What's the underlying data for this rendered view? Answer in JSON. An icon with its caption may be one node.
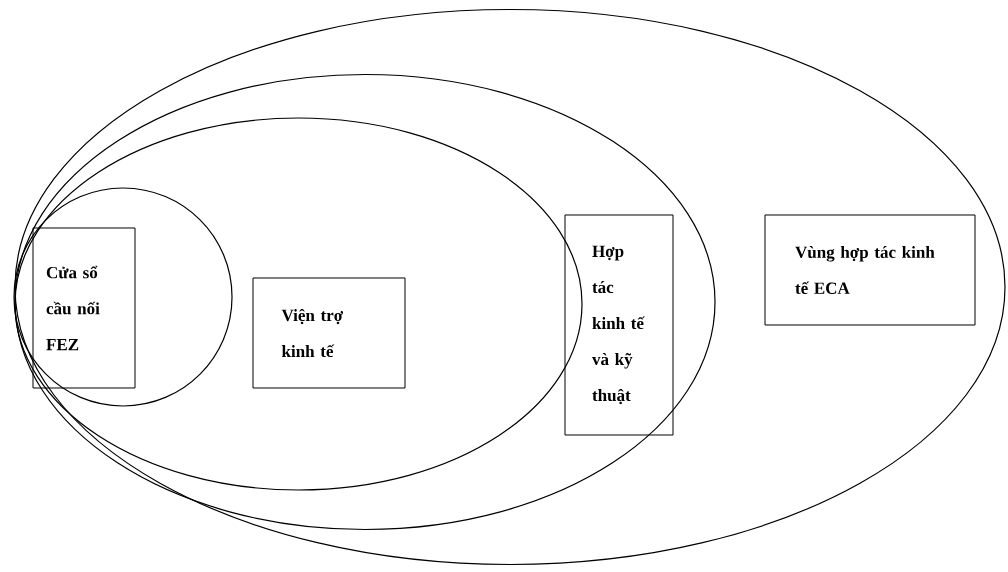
{
  "diagram": {
    "nodes": [
      {
        "text": [],
        "shape": "ellipse"
      },
      {
        "text": [],
        "shape": "ellipse",
        "in": 0
      },
      {
        "text": [],
        "shape": "ellipse",
        "in": 1
      },
      {
        "text": [],
        "shape": "circle",
        "in": 2
      },
      {
        "text": [
          "Cửa sổ cầu nối FEZ"
        ],
        "in": 3
      },
      {
        "text": [
          "Viện trợ kinh tế"
        ],
        "in": 2
      },
      {
        "text": [
          "Hợp tác kinh tế và kỹ thuật"
        ],
        "in": 1
      },
      {
        "text": [
          "Vùng hợp tác kinh tế ECA"
        ],
        "in": 0
      }
    ]
  }
}
